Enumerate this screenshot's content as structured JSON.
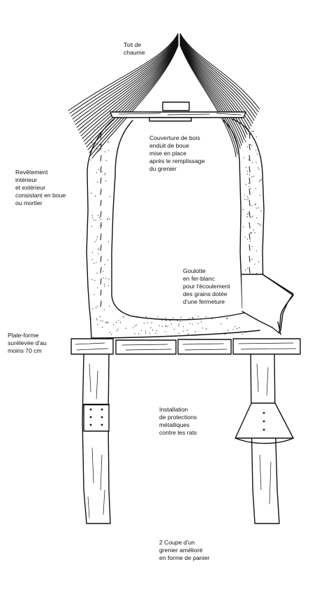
{
  "labels": {
    "roof": "Toit de\nchaume",
    "cover": "Couverture de bois\nenduit de boue\nmise en place\naprès le remplissage\ndu grenier",
    "coating": "Revêtement\nintérieur\net extérieur\nconsistant en boue\nou mortier",
    "chute": "Goulotte\nen fer-blanc\npour l'écoulement\ndes grains dotée\nd'une fermeture",
    "platform": "Plate-forme\nsurélevée d'au\nmoins 70 cm",
    "rat_guard": "Installation\nde protections\nmétalliques\ncontre les rats",
    "caption": "2 Coupe d'un\ngrenier amélioré\nen forme de panier"
  },
  "colors": {
    "ink": "#111111",
    "paper": "#ffffff"
  }
}
